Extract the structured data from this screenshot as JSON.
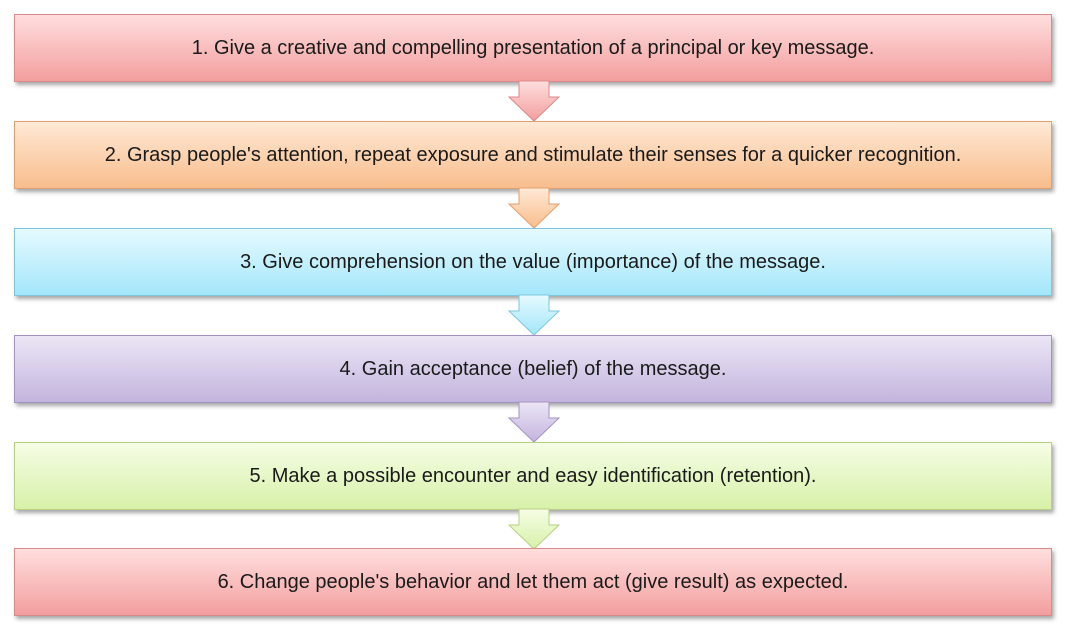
{
  "steps": [
    {
      "label": "1. Give a creative and compelling presentation of a principal or key message.",
      "color_light": "#ffdede",
      "color_dark": "#f39e9e",
      "border": "#d98a8a"
    },
    {
      "label": "2. Grasp people's attention, repeat exposure and stimulate their senses for a quicker recognition.",
      "color_light": "#ffe9d6",
      "color_dark": "#f8bd8c",
      "border": "#e0a06d"
    },
    {
      "label": "3. Give comprehension on the value (importance) of the message.",
      "color_light": "#e6faff",
      "color_dark": "#a3e6fa",
      "border": "#7fc6dc"
    },
    {
      "label": "4. Gain acceptance (belief) of the message.",
      "color_light": "#ece6f5",
      "color_dark": "#c3b4de",
      "border": "#a393c2"
    },
    {
      "label": "5. Make a possible encounter and easy identification (retention).",
      "color_light": "#f6fde6",
      "color_dark": "#d7f1a9",
      "border": "#b6d184"
    },
    {
      "label": "6. Change people's behavior and let them act (give result) as expected.",
      "color_light": "#ffdede",
      "color_dark": "#f39e9e",
      "border": "#d98a8a"
    }
  ]
}
